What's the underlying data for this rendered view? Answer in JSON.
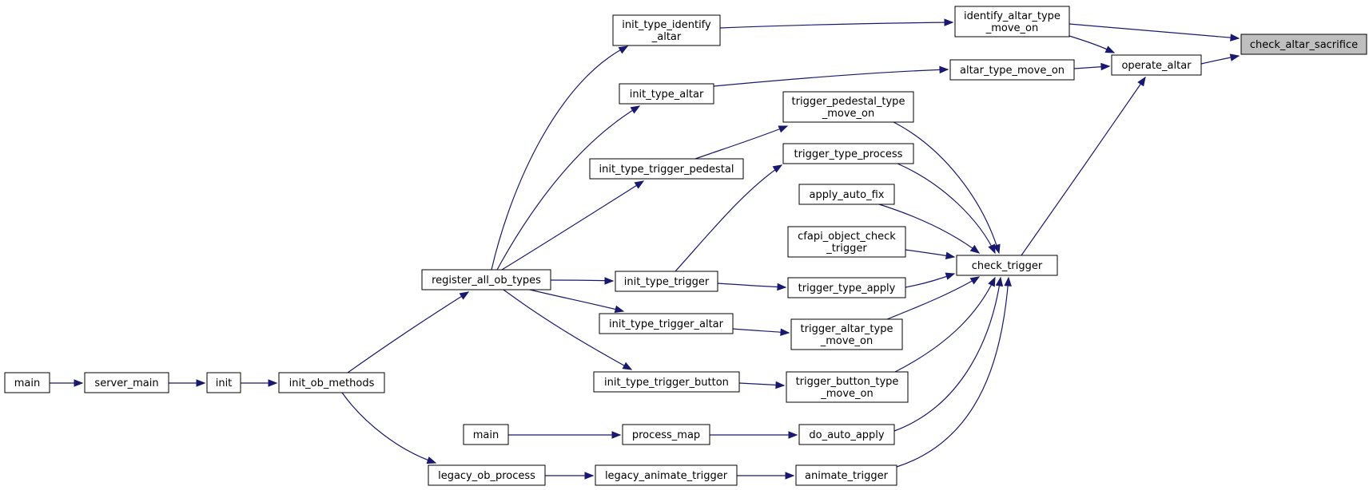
{
  "diagram": {
    "nodes": [
      {
        "id": "check_altar_sacrifice",
        "label": [
          "check_altar_sacrifice"
        ],
        "root": true
      },
      {
        "id": "identify_altar_type_move_on",
        "label": [
          "identify_altar_type",
          "_move_on"
        ]
      },
      {
        "id": "operate_altar",
        "label": [
          "operate_altar"
        ]
      },
      {
        "id": "init_type_identify_altar",
        "label": [
          "init_type_identify",
          "_altar"
        ]
      },
      {
        "id": "altar_type_move_on",
        "label": [
          "altar_type_move_on"
        ]
      },
      {
        "id": "check_trigger",
        "label": [
          "check_trigger"
        ]
      },
      {
        "id": "register_all_ob_types",
        "label": [
          "register_all_ob_types"
        ]
      },
      {
        "id": "init_type_altar",
        "label": [
          "init_type_altar"
        ]
      },
      {
        "id": "trigger_pedestal_type_move_on",
        "label": [
          "trigger_pedestal_type",
          "_move_on"
        ]
      },
      {
        "id": "trigger_type_process",
        "label": [
          "trigger_type_process"
        ]
      },
      {
        "id": "apply_auto_fix",
        "label": [
          "apply_auto_fix"
        ]
      },
      {
        "id": "cfapi_object_check_trigger",
        "label": [
          "cfapi_object_check",
          "_trigger"
        ]
      },
      {
        "id": "trigger_type_apply",
        "label": [
          "trigger_type_apply"
        ]
      },
      {
        "id": "trigger_altar_type_move_on",
        "label": [
          "trigger_altar_type",
          "_move_on"
        ]
      },
      {
        "id": "trigger_button_type_move_on",
        "label": [
          "trigger_button_type",
          "_move_on"
        ]
      },
      {
        "id": "do_auto_apply",
        "label": [
          "do_auto_apply"
        ]
      },
      {
        "id": "animate_trigger",
        "label": [
          "animate_trigger"
        ]
      },
      {
        "id": "init_type_trigger_pedestal",
        "label": [
          "init_type_trigger_pedestal"
        ]
      },
      {
        "id": "init_type_trigger",
        "label": [
          "init_type_trigger"
        ]
      },
      {
        "id": "init_type_trigger_altar",
        "label": [
          "init_type_trigger_altar"
        ]
      },
      {
        "id": "init_type_trigger_button",
        "label": [
          "init_type_trigger_button"
        ]
      },
      {
        "id": "process_map",
        "label": [
          "process_map"
        ]
      },
      {
        "id": "legacy_animate_trigger",
        "label": [
          "legacy_animate_trigger"
        ]
      },
      {
        "id": "main_b",
        "label": [
          "main"
        ]
      },
      {
        "id": "legacy_ob_process",
        "label": [
          "legacy_ob_process"
        ]
      },
      {
        "id": "init_ob_methods",
        "label": [
          "init_ob_methods"
        ]
      },
      {
        "id": "init",
        "label": [
          "init"
        ]
      },
      {
        "id": "server_main",
        "label": [
          "server_main"
        ]
      },
      {
        "id": "main_a",
        "label": [
          "main"
        ]
      }
    ],
    "edges": [
      {
        "from": "identify_altar_type_move_on",
        "to": "check_altar_sacrifice"
      },
      {
        "from": "operate_altar",
        "to": "check_altar_sacrifice"
      },
      {
        "from": "init_type_identify_altar",
        "to": "identify_altar_type_move_on"
      },
      {
        "from": "identify_altar_type_move_on",
        "to": "operate_altar"
      },
      {
        "from": "altar_type_move_on",
        "to": "operate_altar"
      },
      {
        "from": "check_trigger",
        "to": "operate_altar"
      },
      {
        "from": "register_all_ob_types",
        "to": "init_type_identify_altar"
      },
      {
        "from": "init_type_altar",
        "to": "altar_type_move_on"
      },
      {
        "from": "trigger_pedestal_type_move_on",
        "to": "check_trigger"
      },
      {
        "from": "trigger_type_process",
        "to": "check_trigger"
      },
      {
        "from": "apply_auto_fix",
        "to": "check_trigger"
      },
      {
        "from": "cfapi_object_check_trigger",
        "to": "check_trigger"
      },
      {
        "from": "trigger_type_apply",
        "to": "check_trigger"
      },
      {
        "from": "trigger_altar_type_move_on",
        "to": "check_trigger"
      },
      {
        "from": "trigger_button_type_move_on",
        "to": "check_trigger"
      },
      {
        "from": "do_auto_apply",
        "to": "check_trigger"
      },
      {
        "from": "animate_trigger",
        "to": "check_trigger"
      },
      {
        "from": "register_all_ob_types",
        "to": "init_type_altar"
      },
      {
        "from": "init_type_trigger_pedestal",
        "to": "trigger_pedestal_type_move_on"
      },
      {
        "from": "init_type_trigger",
        "to": "trigger_type_process"
      },
      {
        "from": "init_type_trigger",
        "to": "trigger_type_apply"
      },
      {
        "from": "init_type_trigger_altar",
        "to": "trigger_altar_type_move_on"
      },
      {
        "from": "init_type_trigger_button",
        "to": "trigger_button_type_move_on"
      },
      {
        "from": "process_map",
        "to": "do_auto_apply"
      },
      {
        "from": "legacy_animate_trigger",
        "to": "animate_trigger"
      },
      {
        "from": "register_all_ob_types",
        "to": "init_type_trigger_pedestal"
      },
      {
        "from": "register_all_ob_types",
        "to": "init_type_trigger"
      },
      {
        "from": "register_all_ob_types",
        "to": "init_type_trigger_altar"
      },
      {
        "from": "register_all_ob_types",
        "to": "init_type_trigger_button"
      },
      {
        "from": "main_b",
        "to": "process_map"
      },
      {
        "from": "legacy_ob_process",
        "to": "legacy_animate_trigger"
      },
      {
        "from": "init_ob_methods",
        "to": "register_all_ob_types"
      },
      {
        "from": "init_ob_methods",
        "to": "legacy_ob_process"
      },
      {
        "from": "init",
        "to": "init_ob_methods"
      },
      {
        "from": "server_main",
        "to": "init"
      },
      {
        "from": "main_a",
        "to": "server_main"
      }
    ],
    "colors": {
      "edge": "#191970",
      "root_fill": "#bfbfbf",
      "node_fill": "#ffffff",
      "border": "#000000"
    }
  }
}
